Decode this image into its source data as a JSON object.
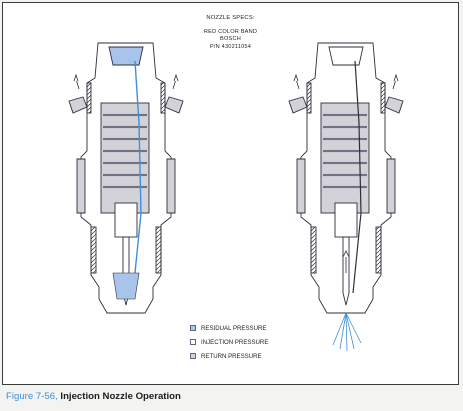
{
  "specs": {
    "title": "NOZZLE SPECS:",
    "line1": "RED COLOR BAND",
    "line2": "BOSCH",
    "line3": "P/N 430211054"
  },
  "legend": [
    {
      "label": "RESIDUAL PRESSURE",
      "color": "#a8c4ea"
    },
    {
      "label": "INJECTION PRESSURE",
      "color": "#ffffff"
    },
    {
      "label": "RETURN PRESSURE",
      "color": "#d2d2d8"
    }
  ],
  "caption": {
    "figure": "Figure 7-56,",
    "title": "Injection Nozzle Operation"
  },
  "colors": {
    "outline": "#2e2e3a",
    "body": "#ffffff",
    "shade": "#d2d2d8",
    "residual": "#a8c4ea",
    "accent": "#3f8fd8"
  }
}
